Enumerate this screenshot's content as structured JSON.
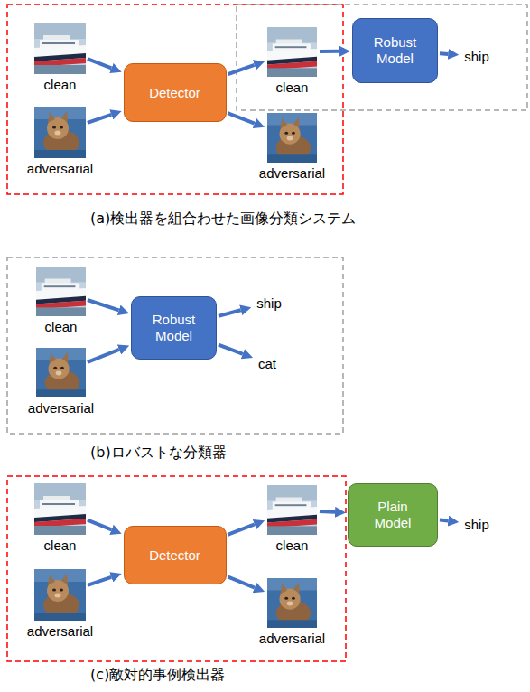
{
  "diagram": {
    "nodes": [
      {
        "text": [
          "clean"
        ]
      },
      {
        "text": [
          "adversarial"
        ]
      },
      {
        "text": [
          "Detector"
        ]
      },
      {
        "text": [
          "clean"
        ]
      },
      {
        "text": [
          "adversarial"
        ]
      },
      {
        "text": [
          "Robust Model"
        ]
      },
      {
        "text": [
          "ship"
        ]
      },
      {
        "text": [
          "clean"
        ]
      },
      {
        "text": [
          "adversarial"
        ]
      },
      {
        "text": [
          "Robust Model"
        ]
      },
      {
        "text": [
          "ship"
        ]
      },
      {
        "text": [
          "cat"
        ]
      },
      {
        "text": [
          "clean"
        ]
      },
      {
        "text": [
          "adversarial"
        ]
      },
      {
        "text": [
          "Detector"
        ]
      },
      {
        "text": [
          "clean"
        ]
      },
      {
        "text": [
          "adversarial"
        ]
      },
      {
        "text": [
          "Plain Model"
        ]
      },
      {
        "text": [
          "ship"
        ]
      }
    ],
    "edges": [
      {
        "from": 0,
        "to": 2,
        "arrow": "to"
      },
      {
        "from": 1,
        "to": 2,
        "arrow": "to"
      },
      {
        "from": 2,
        "to": 3,
        "arrow": "to"
      },
      {
        "from": 2,
        "to": 4,
        "arrow": "to"
      },
      {
        "from": 3,
        "to": 5,
        "arrow": "to"
      },
      {
        "from": 5,
        "to": 6,
        "arrow": "to"
      },
      {
        "from": 7,
        "to": 9,
        "arrow": "to"
      },
      {
        "from": 8,
        "to": 9,
        "arrow": "to"
      },
      {
        "from": 9,
        "to": 10,
        "arrow": "to"
      },
      {
        "from": 9,
        "to": 11,
        "arrow": "to"
      },
      {
        "from": 12,
        "to": 14,
        "arrow": "to"
      },
      {
        "from": 13,
        "to": 14,
        "arrow": "to"
      },
      {
        "from": 14,
        "to": 15,
        "arrow": "to"
      },
      {
        "from": 14,
        "to": 16,
        "arrow": "to"
      },
      {
        "from": 15,
        "to": 17,
        "arrow": "to"
      },
      {
        "from": 17,
        "to": 18,
        "arrow": "to"
      }
    ],
    "labels": [
      "(a)検出器を組合わせた画像分類システム",
      "(b)ロバストな分類器",
      "(c)敵対的事例検出器"
    ]
  }
}
